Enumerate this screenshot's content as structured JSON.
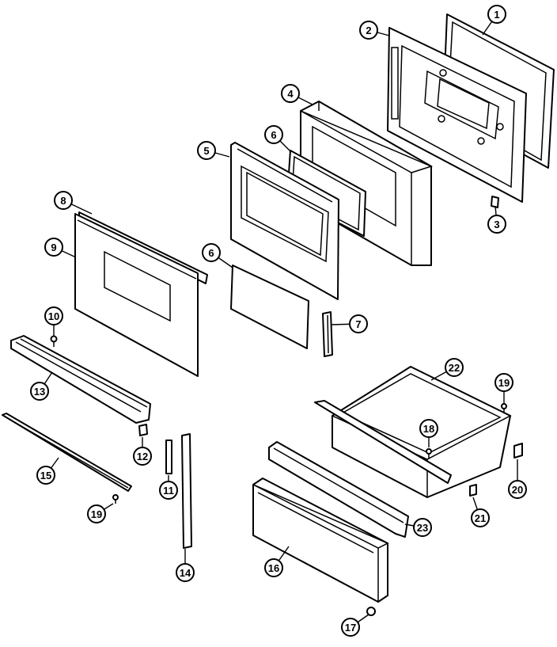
{
  "diagram": {
    "callouts": [
      {
        "id": "c1",
        "label": "1"
      },
      {
        "id": "c2",
        "label": "2"
      },
      {
        "id": "c3",
        "label": "3"
      },
      {
        "id": "c4",
        "label": "4"
      },
      {
        "id": "c5",
        "label": "5"
      },
      {
        "id": "c6a",
        "label": "6"
      },
      {
        "id": "c6b",
        "label": "6"
      },
      {
        "id": "c7",
        "label": "7"
      },
      {
        "id": "c8",
        "label": "8"
      },
      {
        "id": "c9",
        "label": "9"
      },
      {
        "id": "c10",
        "label": "10"
      },
      {
        "id": "c11",
        "label": "11"
      },
      {
        "id": "c12",
        "label": "12"
      },
      {
        "id": "c13",
        "label": "13"
      },
      {
        "id": "c14",
        "label": "14"
      },
      {
        "id": "c15",
        "label": "15"
      },
      {
        "id": "c16",
        "label": "16"
      },
      {
        "id": "c17",
        "label": "17"
      },
      {
        "id": "c18",
        "label": "18"
      },
      {
        "id": "c19a",
        "label": "19"
      },
      {
        "id": "c19b",
        "label": "19"
      },
      {
        "id": "c20",
        "label": "20"
      },
      {
        "id": "c21",
        "label": "21"
      },
      {
        "id": "c22",
        "label": "22"
      },
      {
        "id": "c23",
        "label": "23"
      }
    ]
  }
}
